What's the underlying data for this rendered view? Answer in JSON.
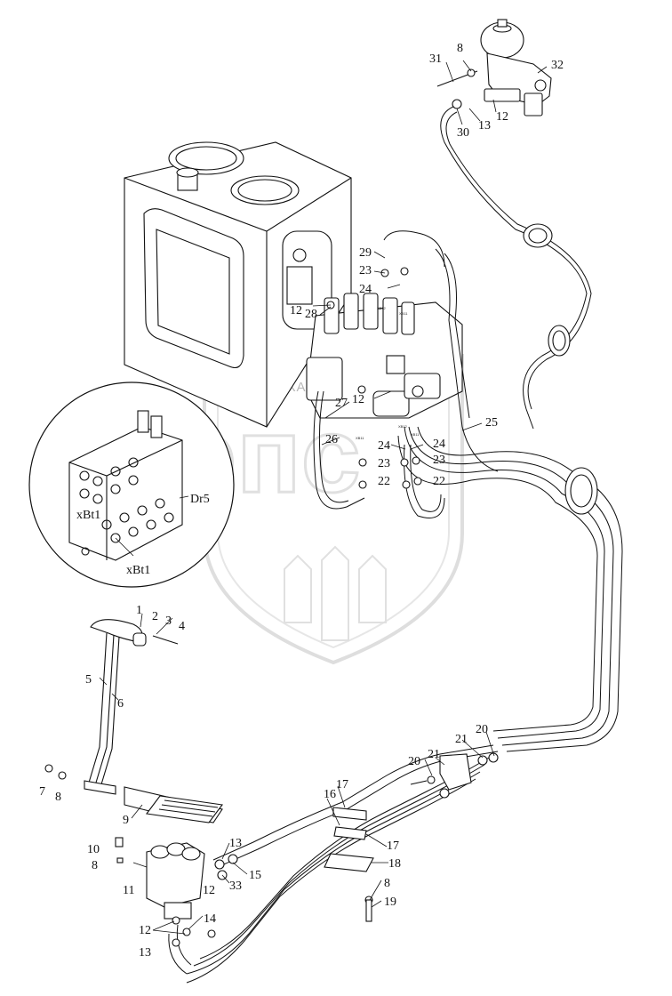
{
  "watermark": {
    "text": "ТЕХНИКА"
  },
  "detail_labels": {
    "port_a": "xBt1",
    "port_b": "xBt1",
    "drain": "Dr5"
  },
  "small_port_labels": [
    "XB11",
    "XB12",
    "XB11",
    "XB11",
    "XB12"
  ],
  "callouts": {
    "c1": "1",
    "c2": "2",
    "c3": "3",
    "c4": "4",
    "c5": "5",
    "c6": "6",
    "c7": "7",
    "c8a": "8",
    "c8b": "8",
    "c8c": "8",
    "c8d": "8",
    "c9": "9",
    "c10": "10",
    "c11": "11",
    "c12a": "12",
    "c12b": "12",
    "c12c": "12",
    "c12d": "12",
    "c12e": "12",
    "c13a": "13",
    "c13b": "13",
    "c13c": "13",
    "c14": "14",
    "c15": "15",
    "c16": "16",
    "c17a": "17",
    "c17b": "17",
    "c18": "18",
    "c19": "19",
    "c20a": "20",
    "c20b": "20",
    "c21a": "21",
    "c21b": "21",
    "c22a": "22",
    "c22b": "22",
    "c23a": "23",
    "c23b": "23",
    "c23c": "23",
    "c24a": "24",
    "c24b": "24",
    "c24c": "24",
    "c25": "25",
    "c26": "26",
    "c27": "27",
    "c28": "28",
    "c29": "29",
    "c30": "30",
    "c31": "31",
    "c32": "32",
    "c33": "33"
  }
}
